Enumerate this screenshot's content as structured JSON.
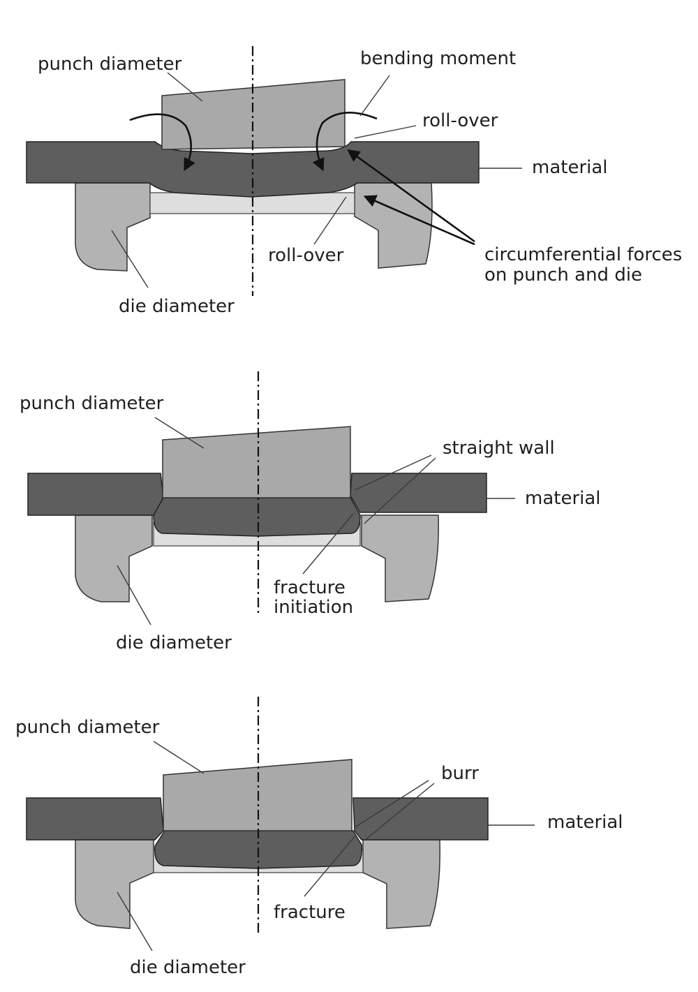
{
  "panel1": {
    "punch": "punch diameter",
    "bending": "bending moment",
    "rollover_top": "roll-over",
    "material": "material",
    "rollover_bottom": "roll-over",
    "circ_line1": "circumferential forces",
    "circ_line2": "on punch and die",
    "die": "die diameter"
  },
  "panel2": {
    "punch": "punch diameter",
    "straight_wall": "straight wall",
    "material": "material",
    "fracture_line1": "fracture",
    "fracture_line2": "initiation",
    "die": "die diameter"
  },
  "panel3": {
    "punch": "punch diameter",
    "burr": "burr",
    "material": "material",
    "fracture": "fracture",
    "die": "die diameter"
  }
}
